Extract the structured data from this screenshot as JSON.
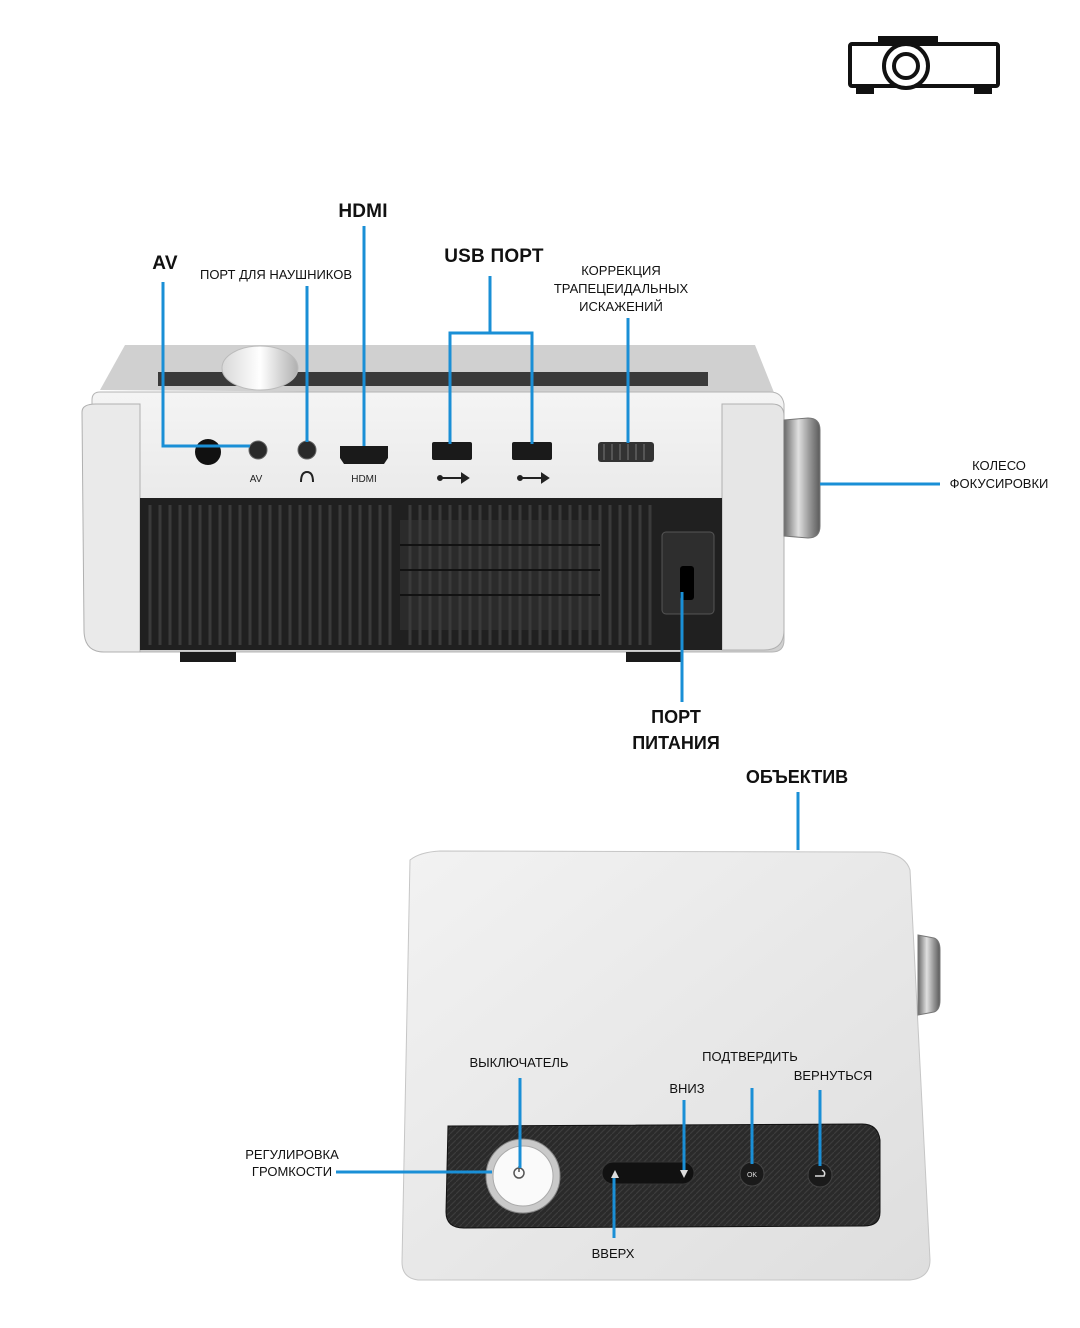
{
  "icon": "projector-icon",
  "accent_color": "#1a8fd6",
  "rear_panel": {
    "labels": {
      "av": "AV",
      "headphones": "ПОРТ ДЛЯ НАУШНИКОВ",
      "hdmi": "HDMI",
      "usb": "USB ПОРТ",
      "keystone_1": "КОРРЕКЦИЯ",
      "keystone_2": "ТРАПЕЦЕИДАЛЬНЫХ",
      "keystone_3": "ИСКАЖЕНИЙ",
      "focus_1": "КОЛЕСО",
      "focus_2": "ФОКУСИРОВКИ",
      "power_1": "ПОРТ",
      "power_2": "ПИТАНИЯ"
    },
    "printed": {
      "av": "AV",
      "hdmi": "HDMI"
    }
  },
  "top_panel": {
    "labels": {
      "lens": "ОБЪЕКТИВ",
      "power_switch": "ВЫКЛЮЧАТЕЛЬ",
      "confirm": "ПОДТВЕРДИТЬ",
      "down": "ВНИЗ",
      "back": "ВЕРНУТЬСЯ",
      "volume_1": "РЕГУЛИРОВКА",
      "volume_2": "ГРОМКОСТИ",
      "up": "ВВЕРХ"
    },
    "printed": {
      "ok": "OK"
    }
  }
}
